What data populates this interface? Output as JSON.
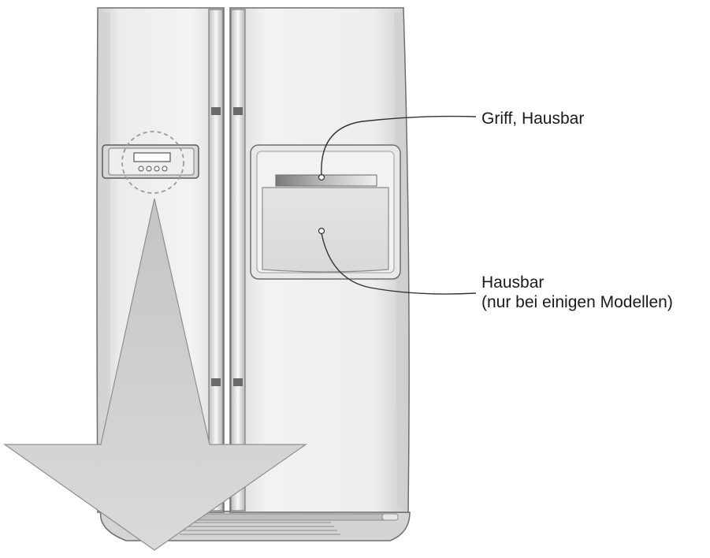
{
  "figure": {
    "subject": "refrigerator-front-view",
    "colors": {
      "body": "#ececec",
      "door_shade": "#d6d6d6",
      "outline": "#6e6e6e",
      "arrow_fill": "#d2d2d2",
      "display_ring": "#9a9a9a"
    }
  },
  "callouts": {
    "griff_hausbar": {
      "label": "Griff, Hausbar"
    },
    "hausbar": {
      "label": "Hausbar",
      "note": "(nur bei einigen Modellen)"
    }
  }
}
